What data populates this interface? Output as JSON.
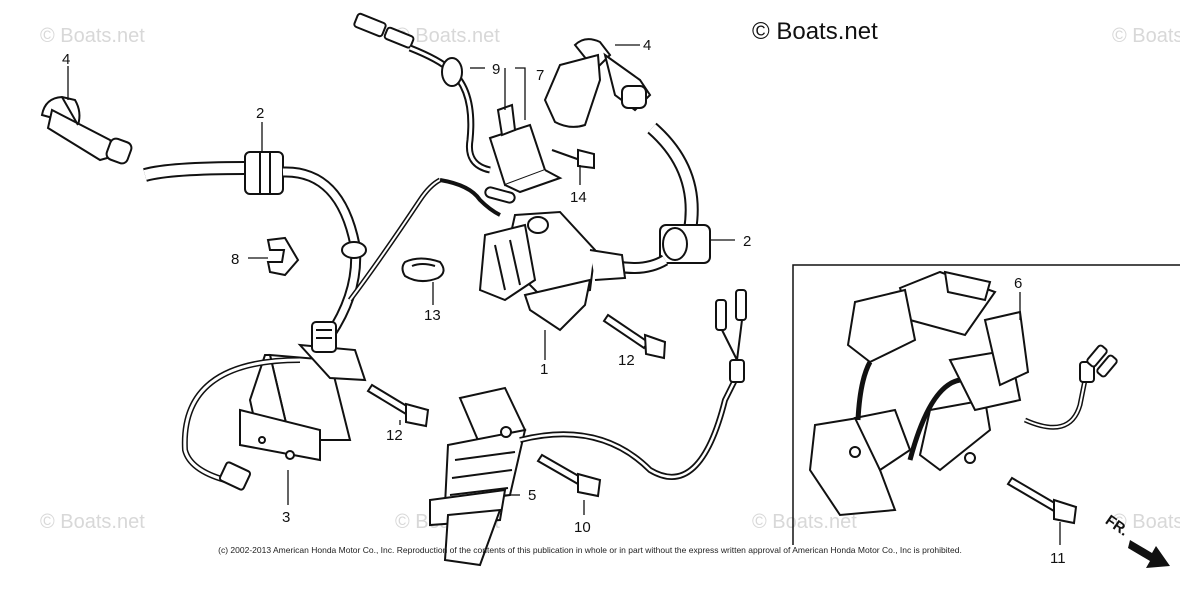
{
  "brand_mark": "© Boats.net",
  "watermark": "© Boats.net",
  "copyright": "(c) 2002-2013 American Honda Motor Co., Inc. Reproduction of the contents of this publication in whole or in part without the express written approval of American Honda Motor Co., Inc is prohibited.",
  "front_indicator": "FR.",
  "callouts": {
    "c1": "1",
    "c2a": "2",
    "c2b": "2",
    "c3": "3",
    "c4a": "4",
    "c4b": "4",
    "c5": "5",
    "c6": "6",
    "c7": "7",
    "c8": "8",
    "c9": "9",
    "c10": "10",
    "c11": "11",
    "c12a": "12",
    "c12b": "12",
    "c13": "13",
    "c14": "14"
  }
}
